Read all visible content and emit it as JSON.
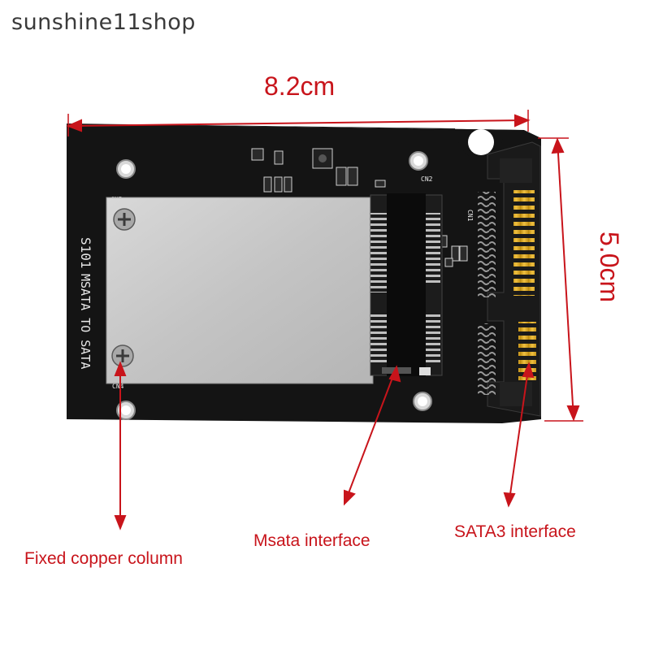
{
  "watermark": "sunshine11shop",
  "dimensions": {
    "width_label": "8.2cm",
    "height_label": "5.0cm"
  },
  "callouts": {
    "copper": "Fixed copper column",
    "msata": "Msata interface",
    "sata": "SATA3 interface"
  },
  "board_silkscreen": {
    "model": "S101",
    "title": "MSATA TO SATA",
    "cn5": "CN5",
    "cn4": "CN4",
    "cn2": "CN2",
    "cn1": "CN1"
  },
  "colors": {
    "annotation": "#c8141b",
    "pcb": "#111111",
    "plate": "#c9c9c9"
  },
  "icons": [
    "screw-icon",
    "arrow-icon",
    "connector-icon"
  ]
}
